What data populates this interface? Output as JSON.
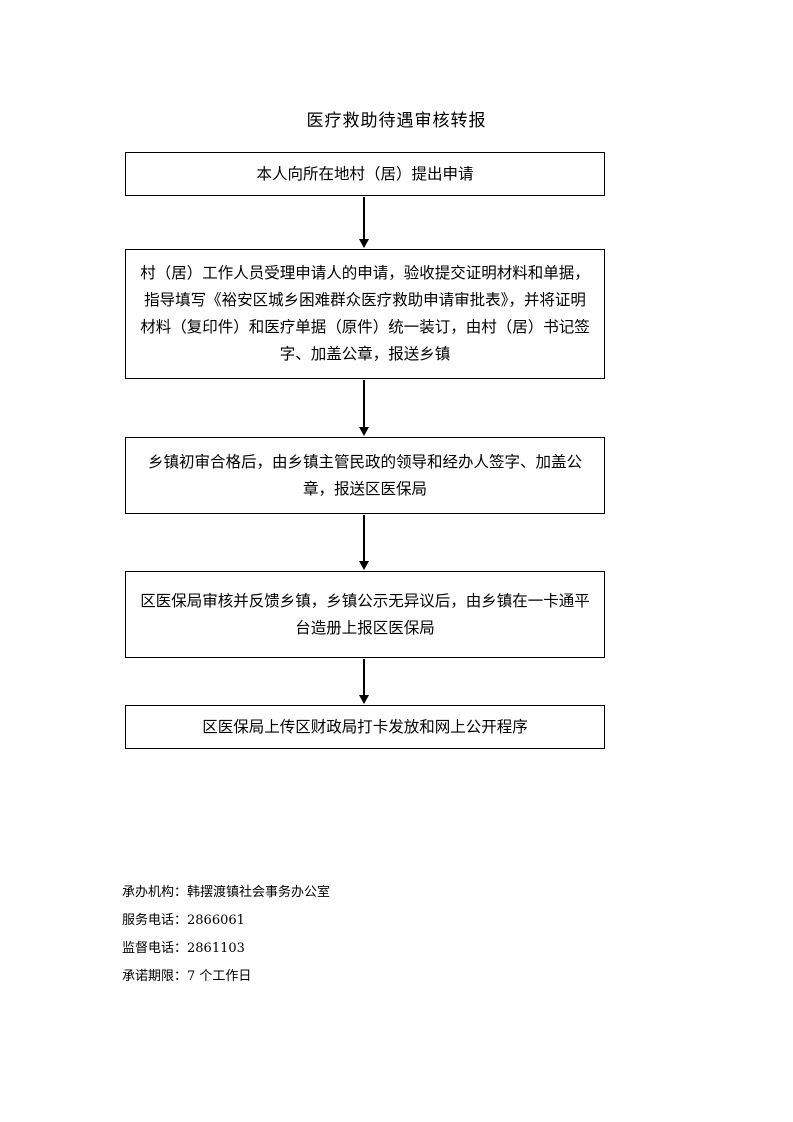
{
  "document": {
    "title": "医疗救助待遇审核转报"
  },
  "flowchart": {
    "steps": [
      {
        "text": "本人向所在地村（居）提出申请"
      },
      {
        "text": "村（居）工作人员受理申请人的申请，验收提交证明材料和单据，指导填写《裕安区城乡困难群众医疗救助申请审批表》，并将证明材料（复印件）和医疗单据（原件）统一装订，由村（居）书记签字、加盖公章，报送乡镇"
      },
      {
        "text": "乡镇初审合格后，由乡镇主管民政的领导和经办人签字、加盖公章，报送区医保局"
      },
      {
        "text": "区医保局审核并反馈乡镇，乡镇公示无异议后，由乡镇在一卡通平台造册上报区医保局"
      },
      {
        "text": "区医保局上传区财政局打卡发放和网上公开程序"
      }
    ]
  },
  "footer": {
    "lines": [
      {
        "text": "承办机构：韩摆渡镇社会事务办公室"
      },
      {
        "text": "服务电话：2866061"
      },
      {
        "text": "监督电话：2861103"
      },
      {
        "text": "承诺期限：7 个工作日"
      }
    ]
  }
}
